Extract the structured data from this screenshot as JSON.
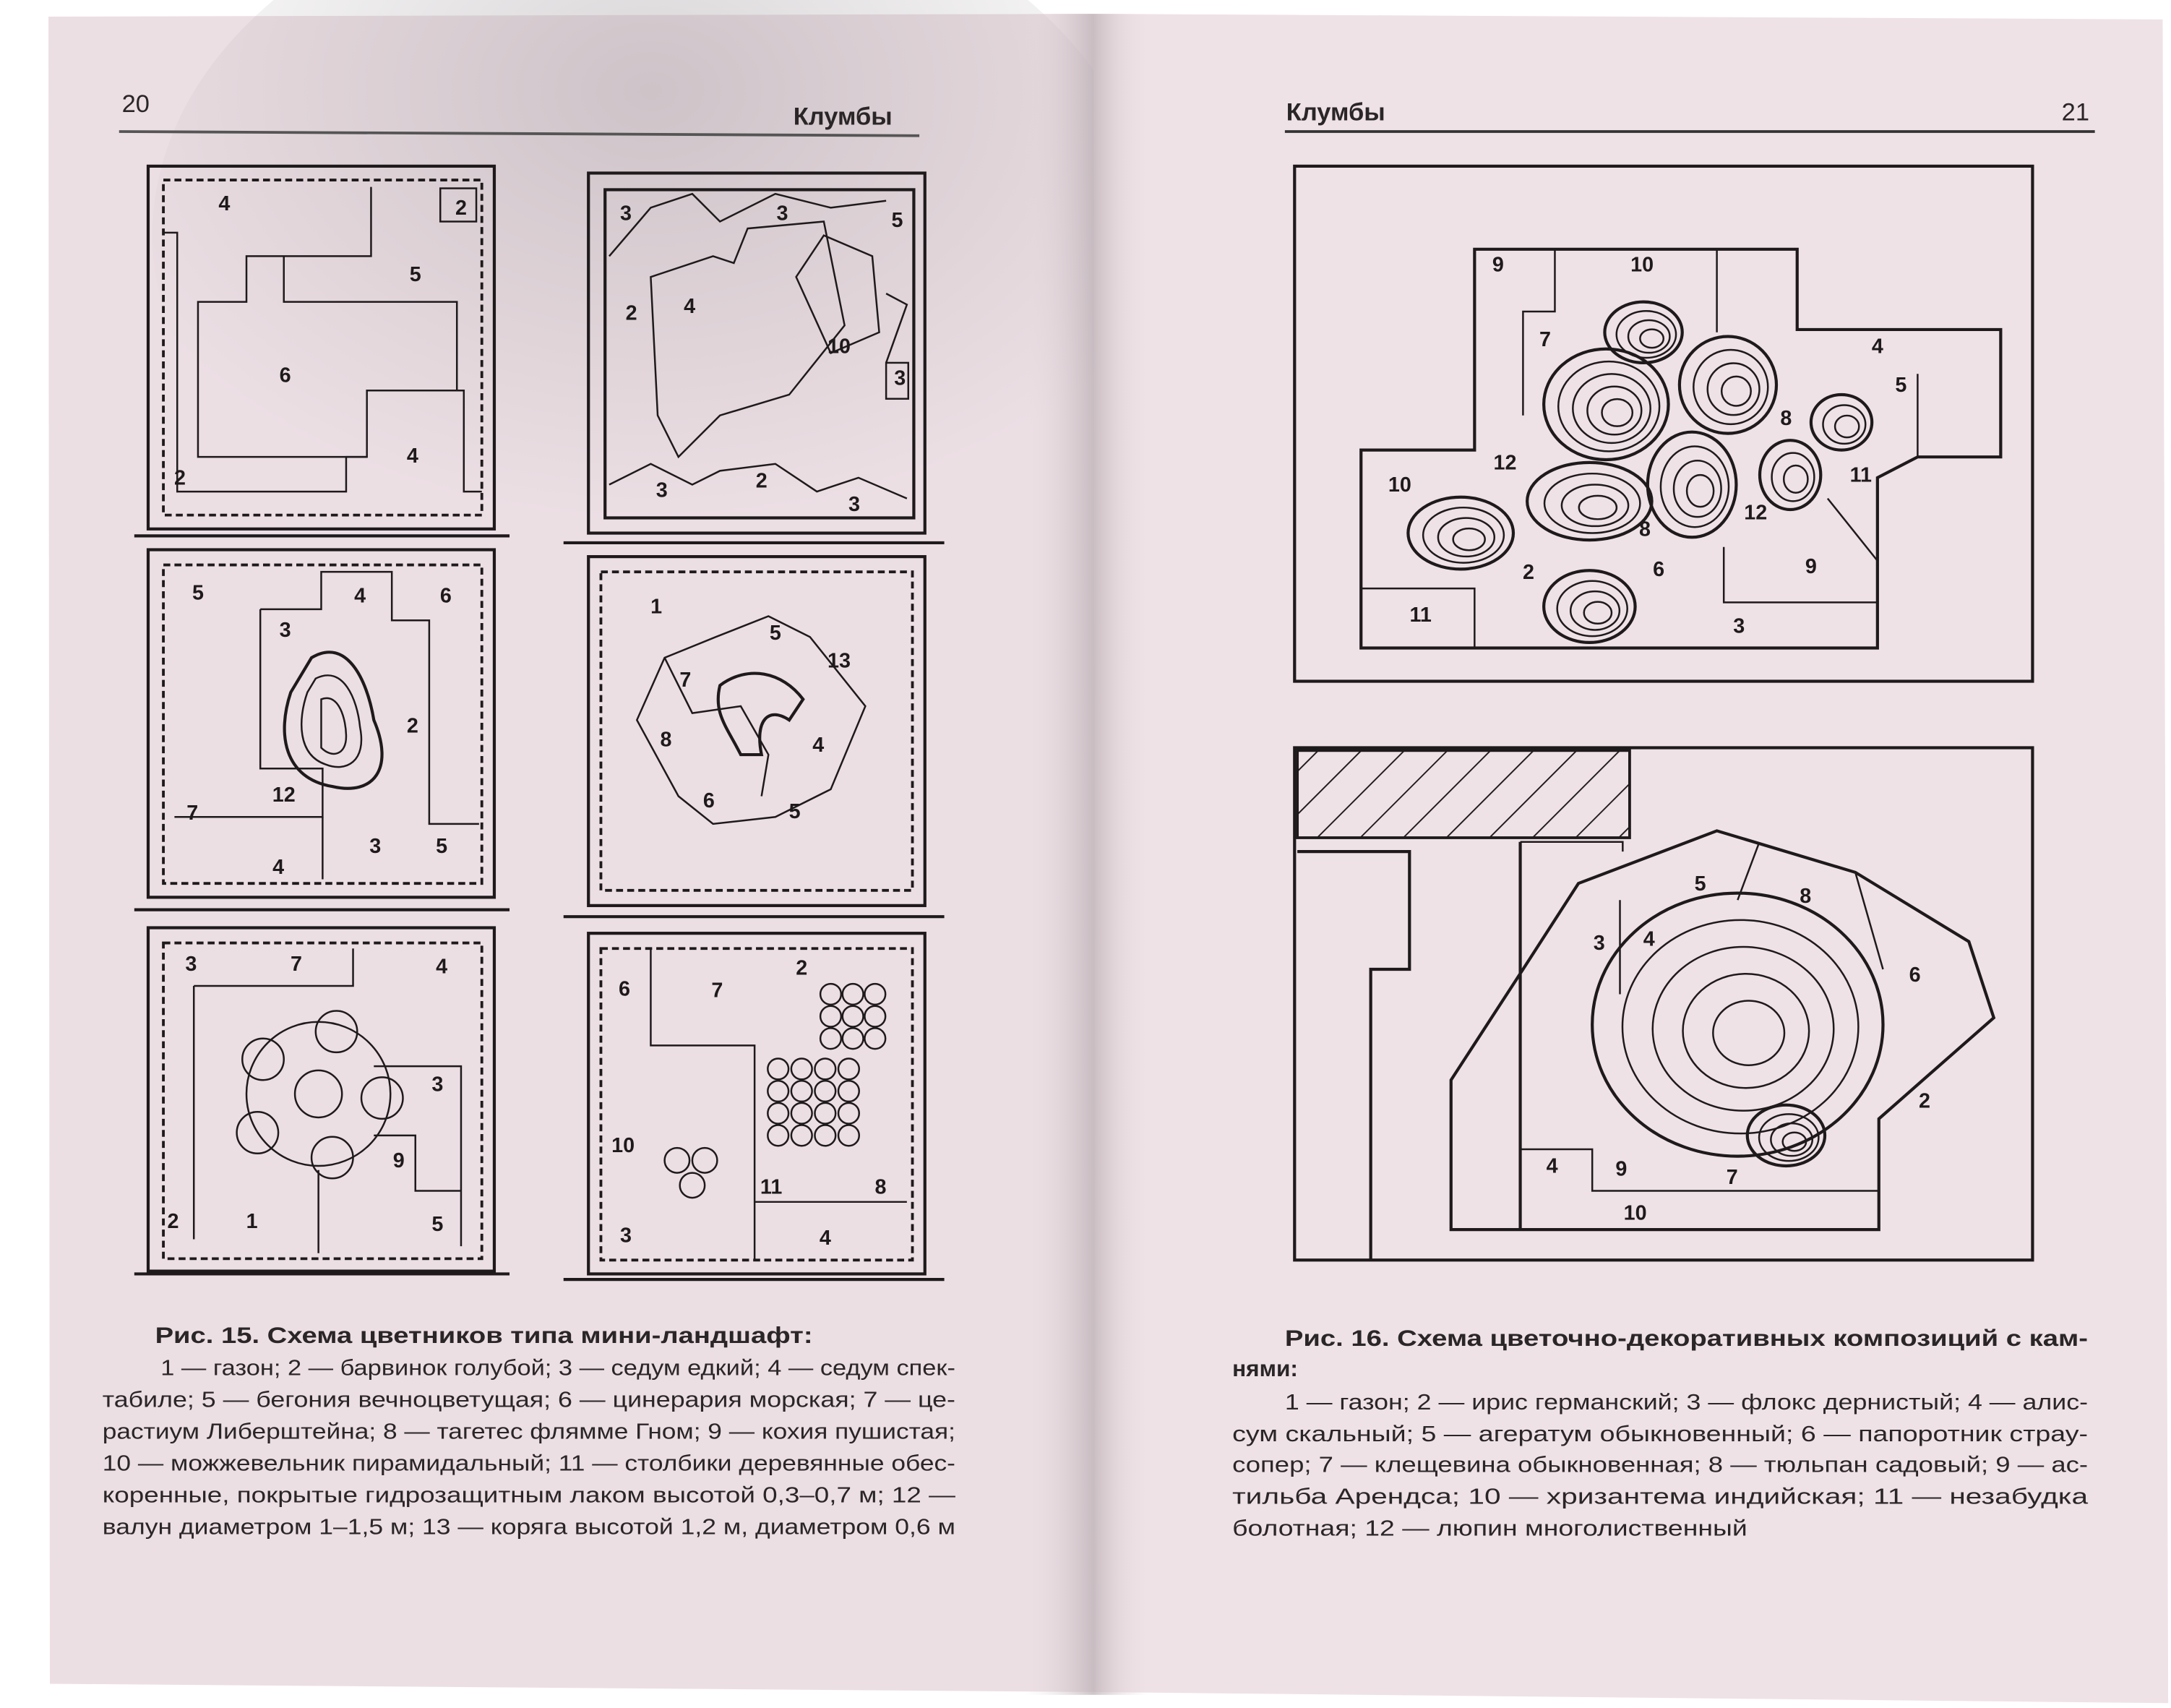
{
  "left_page": {
    "page_number": "20",
    "running_head": "Клумбы",
    "caption": {
      "title": "Рис. 15. Схема цветников типа мини-ландшафт:",
      "lines": [
        "1 — газон; 2 — барвинок голубой; 3 — седум едкий; 4 — седум спек-",
        "табиле; 5 — бегония вечноцветущая; 6 — цинерария морская; 7 — це-",
        "растиум Либерштейна; 8 — тагетес флямме Гном; 9 — кохия пушистая;",
        "10 — можжевельник пирамидальный; 11 — столбики деревянные обес-",
        "коренные, покрытые гидрозащитным лаком высотой 0,3–0,7 м; 12 —",
        "валун диаметром 1–1,5 м; 13 — коряга высотой 1,2 м, диаметром 0,6 м"
      ]
    },
    "diagrams": [
      {
        "labels": [
          "4",
          "2",
          "5",
          "6",
          "4",
          "2"
        ]
      },
      {
        "labels": [
          "3",
          "3",
          "5",
          "2",
          "4",
          "10",
          "3",
          "3",
          "2",
          "3"
        ]
      },
      {
        "labels": [
          "5",
          "4",
          "6",
          "3",
          "2",
          "12",
          "7",
          "3",
          "5",
          "4"
        ]
      },
      {
        "labels": [
          "1",
          "5",
          "13",
          "7",
          "8",
          "4",
          "6",
          "5"
        ]
      },
      {
        "labels": [
          "3",
          "7",
          "4",
          "3",
          "9",
          "2",
          "1",
          "5"
        ]
      },
      {
        "labels": [
          "6",
          "7",
          "2",
          "10",
          "11",
          "8",
          "3",
          "4"
        ]
      }
    ]
  },
  "right_page": {
    "page_number": "21",
    "running_head": "Клумбы",
    "caption": {
      "title_lines": [
        "Рис. 16. Схема цветочно-декоративных композиций с кам-",
        "нями:"
      ],
      "lines": [
        "1 — газон; 2 — ирис германский; 3 — флокс дернистый; 4 — алис-",
        "сум скальный; 5 — агератум обыкновенный; 6 — папоротник страу-",
        "сопер; 7 — клещевина обыкновенная; 8 — тюльпан садовый; 9 — ас-",
        "тильба Арендса; 10 — хризантема индийская; 11 — незабудка",
        "болотная; 12 — люпин многолиственный"
      ]
    },
    "diagrams": [
      {
        "labels": [
          "9",
          "10",
          "7",
          "4",
          "5",
          "8",
          "12",
          "11",
          "10",
          "12",
          "8",
          "2",
          "6",
          "9",
          "11",
          "3"
        ]
      },
      {
        "labels": [
          "5",
          "8",
          "3",
          "4",
          "6",
          "2",
          "4",
          "9",
          "7",
          "10"
        ]
      }
    ]
  }
}
